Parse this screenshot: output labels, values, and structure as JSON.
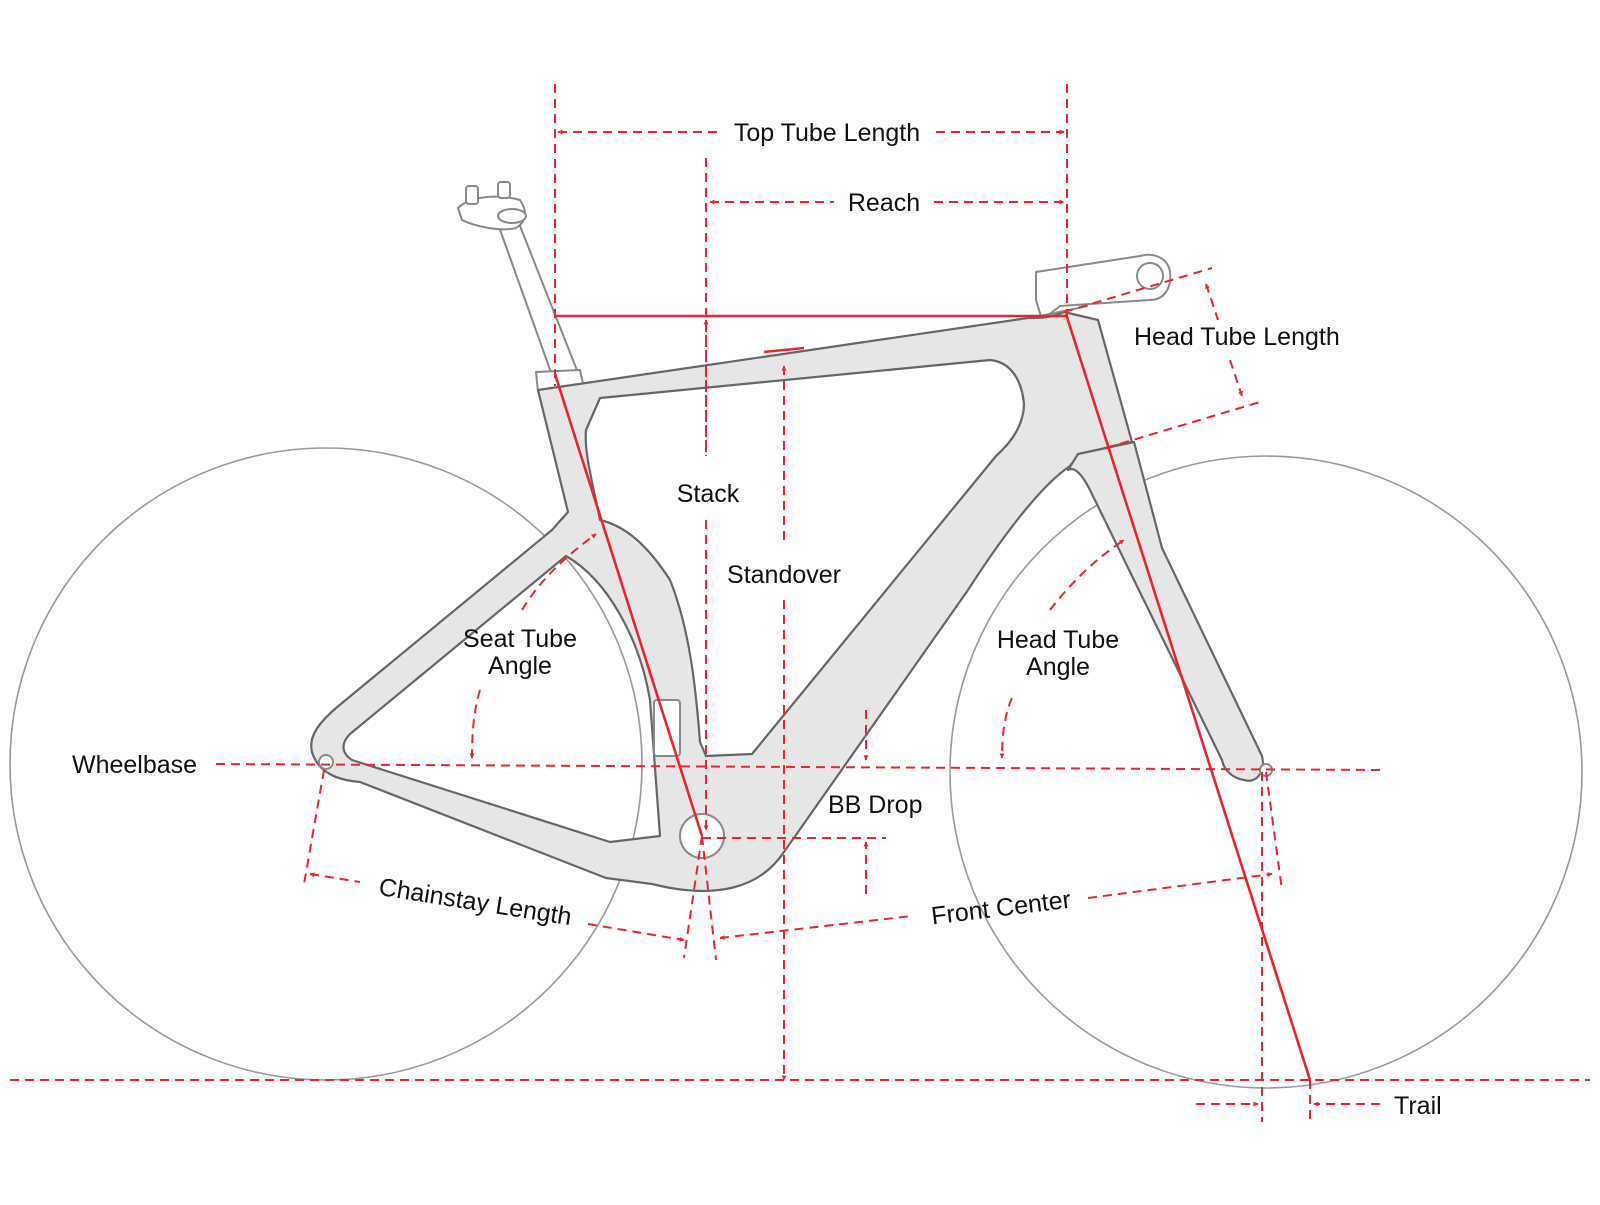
{
  "colors": {
    "dimension": "#e8262d",
    "frame_fill": "#e6e6e6",
    "frame_stroke": "#666666",
    "wheel_stroke": "#9a9a9a",
    "text": "#111111"
  },
  "labels": {
    "top_tube_length": "Top Tube Length",
    "reach": "Reach",
    "head_tube_length": "Head Tube Length",
    "stack": "Stack",
    "standover": "Standover",
    "seat_tube_angle_l1": "Seat Tube",
    "seat_tube_angle_l2": "Angle",
    "head_tube_angle_l1": "Head Tube",
    "head_tube_angle_l2": "Angle",
    "wheelbase": "Wheelbase",
    "bb_drop": "BB Drop",
    "chainstay_length": "Chainstay Length",
    "front_center": "Front Center",
    "trail": "Trail"
  }
}
